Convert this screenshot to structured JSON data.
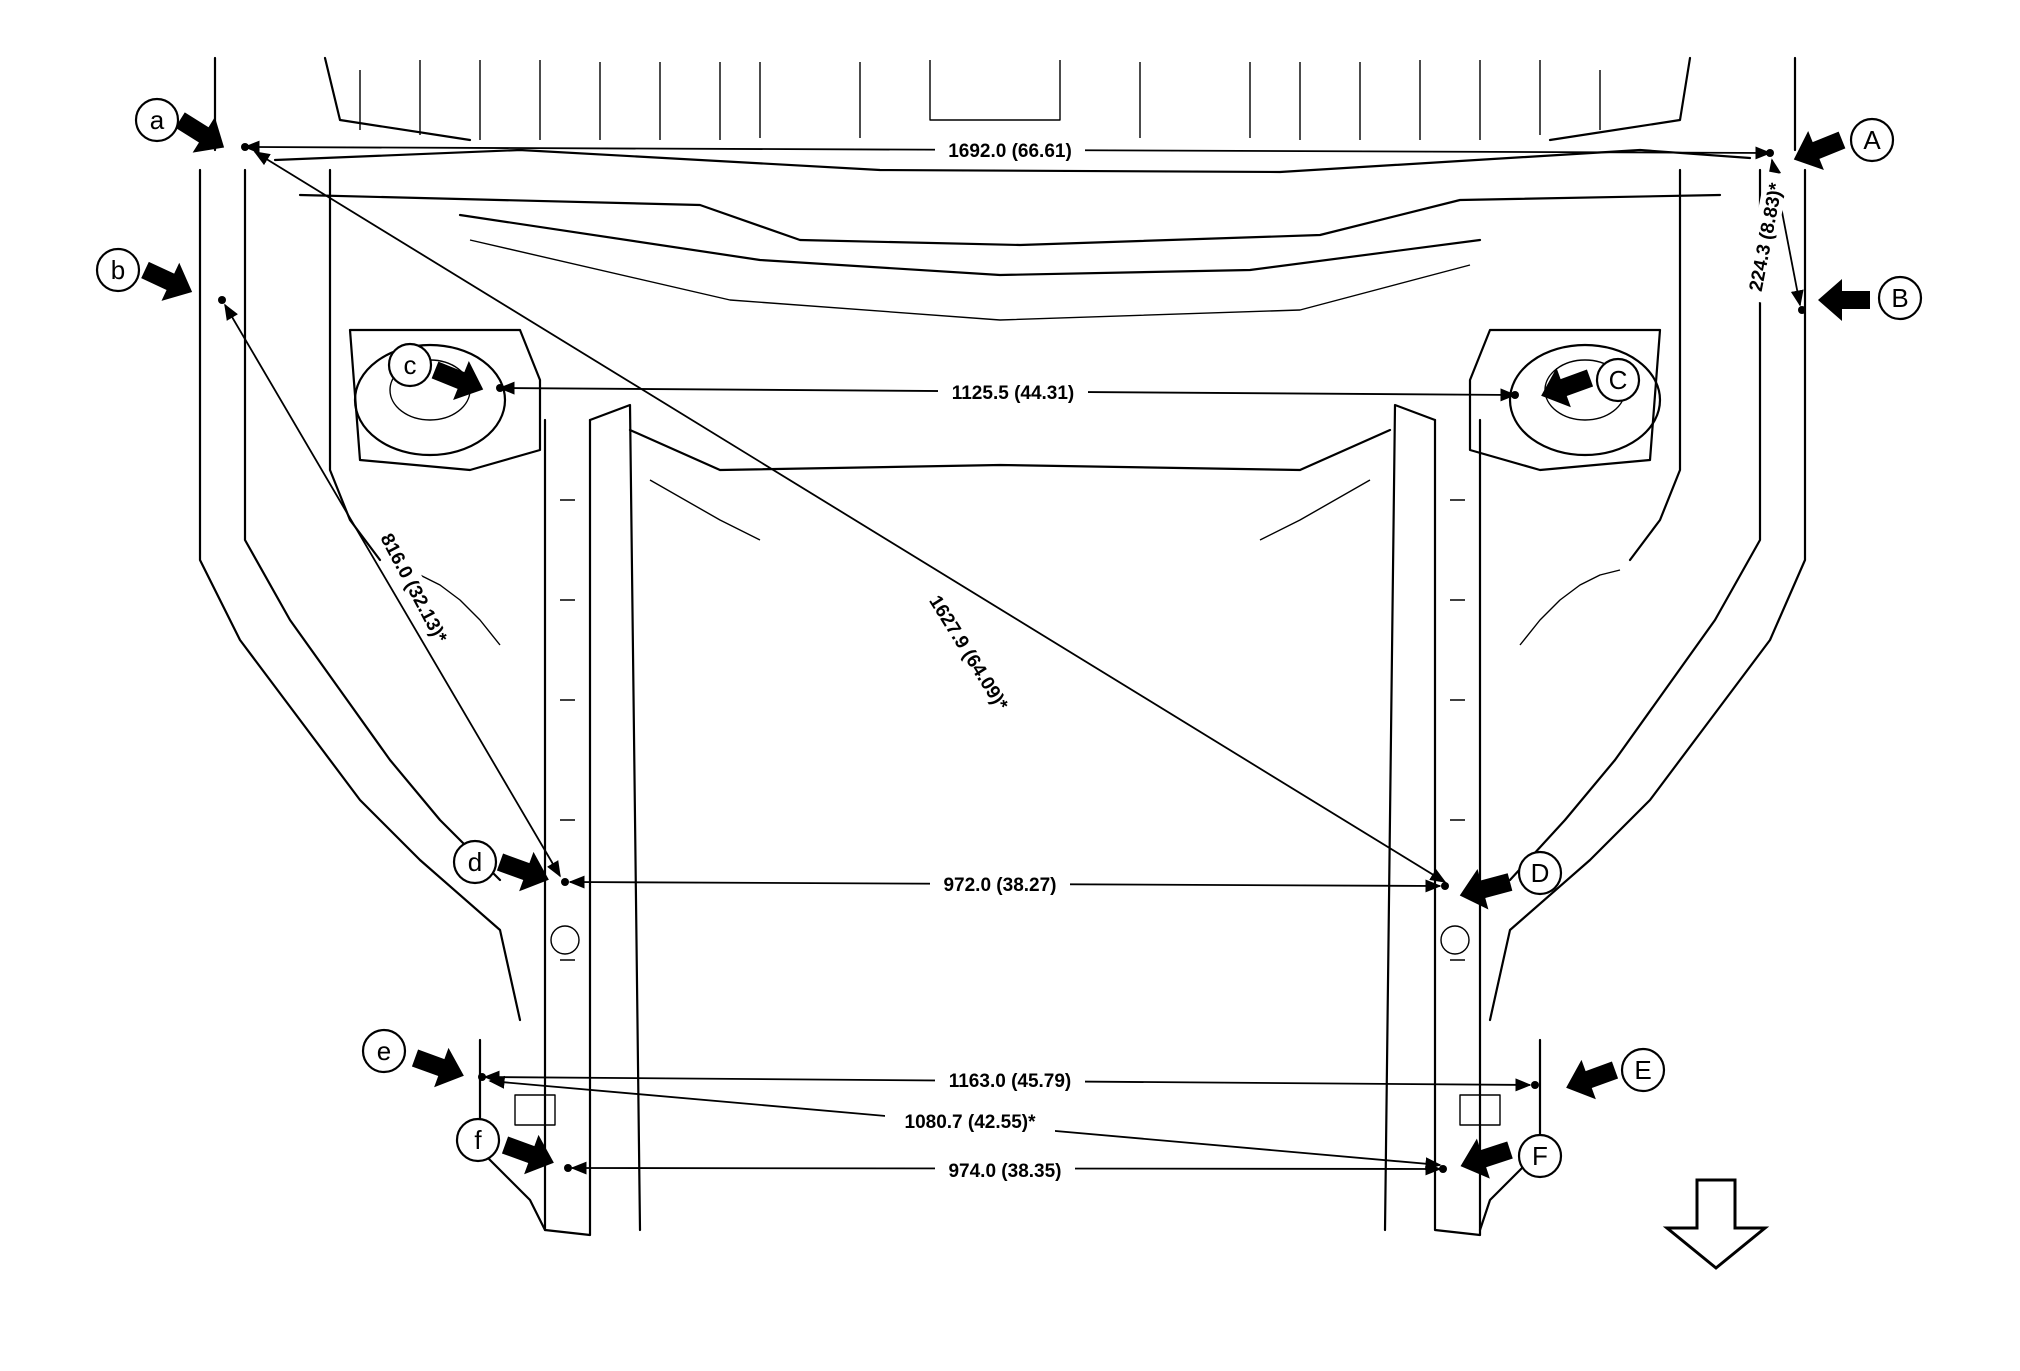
{
  "callouts": {
    "a": "a",
    "A": "A",
    "b": "b",
    "B": "B",
    "c_left": "c",
    "C_right": "C",
    "d": "d",
    "D": "D",
    "e": "e",
    "E": "E",
    "f": "f",
    "F": "F"
  },
  "dimensions": {
    "a_A": "1692.0 (66.61)",
    "A_B": "224.3 (8.83)*",
    "c_C": "1125.5 (44.31)",
    "a_D": "1627.9 (64.09)*",
    "b_d": "816.0 (32.13)*",
    "d_D": "972.0 (38.27)",
    "e_E": "1163.0 (45.79)",
    "e_F": "1080.7 (42.55)*",
    "f_F": "974.0 (38.35)"
  },
  "front_direction_icon": "down-arrow-outline-icon"
}
